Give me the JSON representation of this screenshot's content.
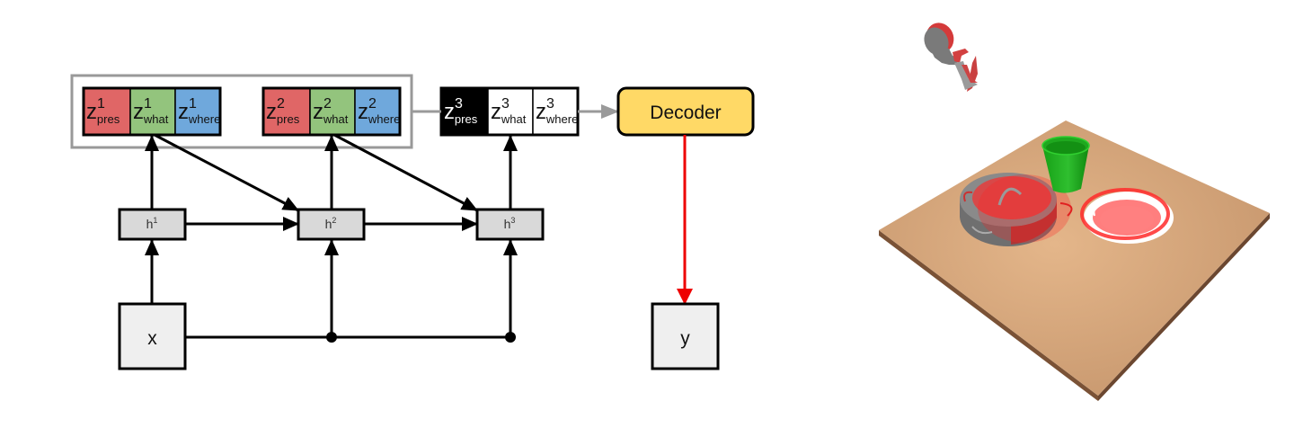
{
  "diagram": {
    "latent_groups": [
      {
        "step": "1",
        "cells": [
          {
            "role": "pres",
            "base": "z",
            "sup": "1",
            "sub": "pres",
            "color": "#e06666",
            "text_color": "#111111"
          },
          {
            "role": "what",
            "base": "z",
            "sup": "1",
            "sub": "what",
            "color": "#93c47d",
            "text_color": "#111111"
          },
          {
            "role": "where",
            "base": "z",
            "sup": "1",
            "sub": "where",
            "color": "#6fa8dc",
            "text_color": "#111111"
          }
        ]
      },
      {
        "step": "2",
        "cells": [
          {
            "role": "pres",
            "base": "z",
            "sup": "2",
            "sub": "pres",
            "color": "#e06666",
            "text_color": "#111111"
          },
          {
            "role": "what",
            "base": "z",
            "sup": "2",
            "sub": "what",
            "color": "#93c47d",
            "text_color": "#111111"
          },
          {
            "role": "where",
            "base": "z",
            "sup": "2",
            "sub": "where",
            "color": "#6fa8dc",
            "text_color": "#111111"
          }
        ]
      },
      {
        "step": "3",
        "cells": [
          {
            "role": "pres",
            "base": "z",
            "sup": "3",
            "sub": "pres",
            "color": "#000000",
            "text_color": "#ffffff"
          },
          {
            "role": "what",
            "base": "z",
            "sup": "3",
            "sub": "what",
            "color": "#ffffff",
            "text_color": "#111111"
          },
          {
            "role": "where",
            "base": "z",
            "sup": "3",
            "sub": "where",
            "color": "#ffffff",
            "text_color": "#111111"
          }
        ]
      }
    ],
    "hidden_states": [
      {
        "base": "h",
        "sup": "1"
      },
      {
        "base": "h",
        "sup": "2"
      },
      {
        "base": "h",
        "sup": "3"
      }
    ],
    "input_label": "x",
    "output_label": "y",
    "decoder_label": "Decoder",
    "colors": {
      "decoder_fill": "#ffd966",
      "hidden_fill": "#d9d9d9",
      "io_fill": "#efefef",
      "group_frame": "#999999",
      "decoder_to_output": "#ee0000",
      "edge": "#000000"
    }
  },
  "scene": {
    "description": "3D rendered tabletop with a pot, green cup, plate and a floating object; red overlay highlights inferred objects",
    "objects": [
      {
        "name": "floating-object",
        "color": "#777777",
        "highlight": "#dd3333"
      },
      {
        "name": "green-cup",
        "color": "#22aa22"
      },
      {
        "name": "pot",
        "color": "#777777",
        "highlight": "#e03030"
      },
      {
        "name": "plate",
        "color": "#ffffff",
        "highlight": "#ff5555"
      }
    ],
    "table_color": "#d2a27a"
  }
}
